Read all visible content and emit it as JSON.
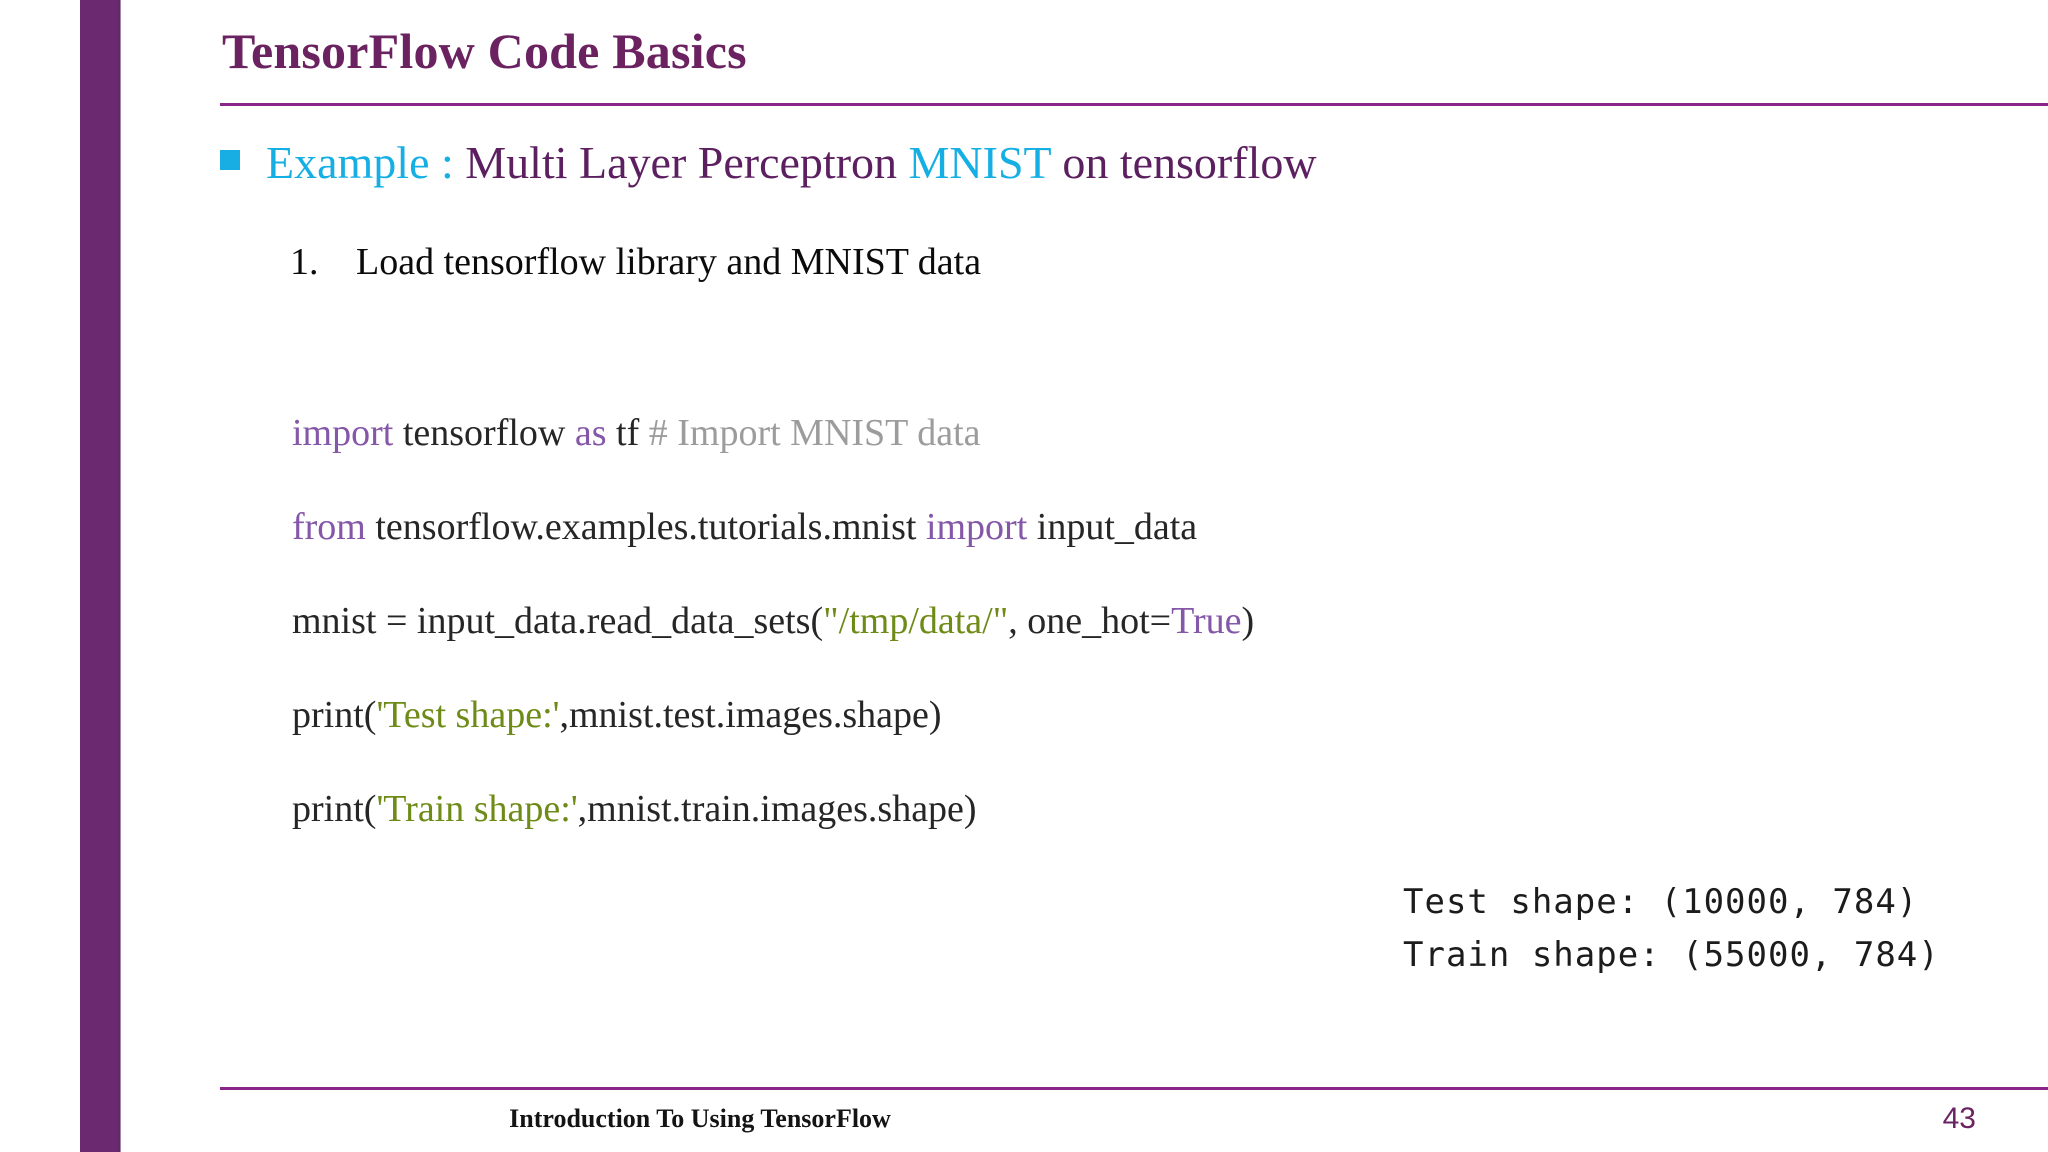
{
  "slide": {
    "title": "TensorFlow Code Basics",
    "page_number": "43",
    "footer": "Introduction To Using TensorFlow",
    "accent_color": "#8A2788",
    "sidebar_color": "#6B2A70",
    "title_color": "#6B2260",
    "cyan_color": "#15AFE4",
    "purple_text_color": "#5C2060"
  },
  "bullet": {
    "marker": "square-bullet-icon",
    "label_example": "Example :",
    "label_mlp": " Multi Layer Perceptron ",
    "label_mnist": "MNIST",
    "label_tail": " on tensorflow"
  },
  "steps": [
    {
      "number": "1.",
      "text": "Load tensorflow library and MNIST data"
    }
  ],
  "code": {
    "line1": {
      "kw_import": "import",
      "mod": " tensorflow ",
      "kw_as": "as",
      "alias": " tf ",
      "comment": "# Import MNIST data"
    },
    "line2": {
      "kw_from": "from",
      "module": " tensorflow.examples.tutorials.mnist ",
      "kw_import": "import",
      "target": " input_data"
    },
    "line3": {
      "pre": "mnist = input_data.read_data_sets(",
      "string": "\"/tmp/data/\"",
      "mid": ", one_hot=",
      "kw_true": "True",
      "post": ")"
    },
    "line4": {
      "pre": "print(",
      "string": "'Test shape:'",
      "post": ",mnist.test.images.shape)"
    },
    "line5": {
      "pre": "print(",
      "string": "'Train shape:'",
      "post": ",mnist.train.images.shape)"
    },
    "colors": {
      "keyword": "#8457A8",
      "string": "#6F8B17",
      "comment": "#9C9C9C",
      "plain": "#262626"
    }
  },
  "console_output": {
    "line1": "Test shape: (10000, 784)",
    "line2": "Train shape: (55000, 784)"
  }
}
